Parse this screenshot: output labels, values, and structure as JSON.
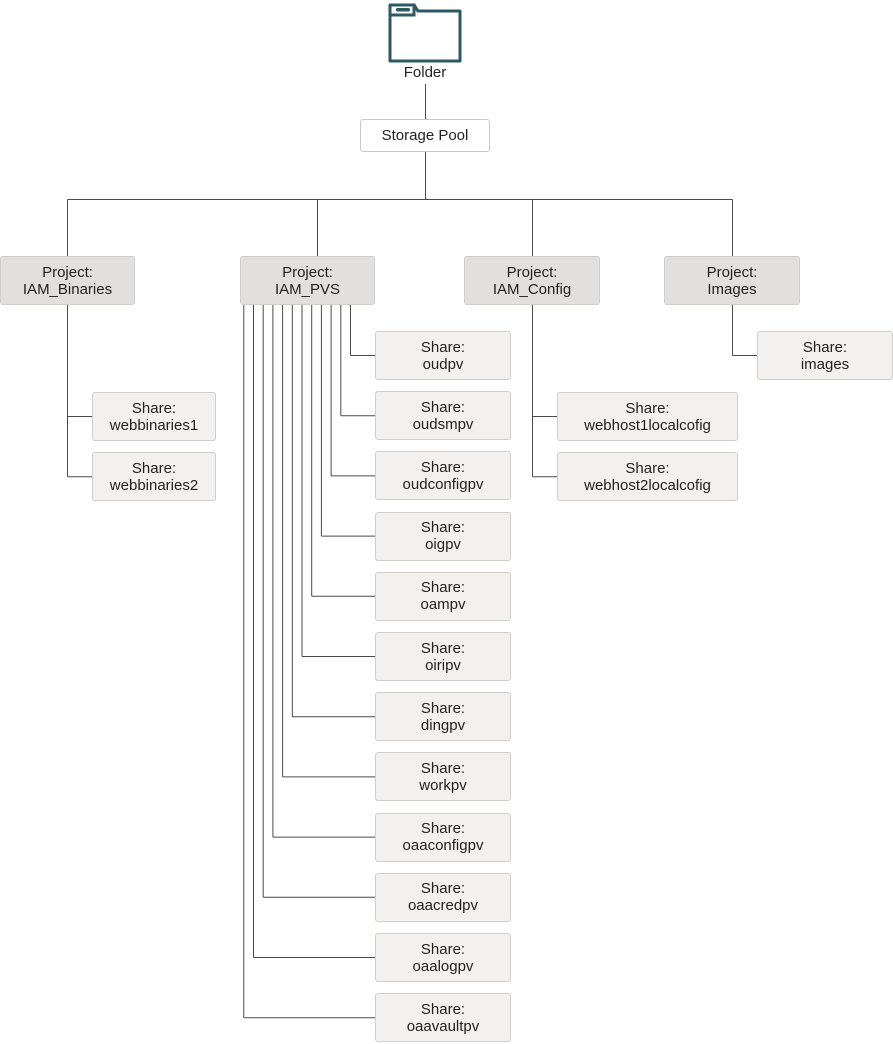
{
  "folder": {
    "label": "Folder",
    "icon": "folder-icon",
    "color": "#2d5967"
  },
  "storage_pool": {
    "label": "Storage Pool"
  },
  "projects": [
    {
      "line1": "Project:",
      "line2": "IAM_Binaries",
      "shares": [
        "webbinaries1",
        "webbinaries2"
      ]
    },
    {
      "line1": "Project:",
      "line2": "IAM_PVS",
      "shares": [
        "oudpv",
        "oudsmpv",
        "oudconfigpv",
        "oigpv",
        "oampv",
        "oiripv",
        "dingpv",
        "workpv",
        "oaaconfigpv",
        "oaacredpv",
        "oaalogpv",
        "oaavaultpv"
      ]
    },
    {
      "line1": "Project:",
      "line2": "IAM_Config",
      "shares": [
        "webhost1localcofig",
        "webhost2localcofig"
      ]
    },
    {
      "line1": "Project:",
      "line2": "Images",
      "shares": [
        "images"
      ]
    }
  ],
  "share_prefix": "Share:"
}
